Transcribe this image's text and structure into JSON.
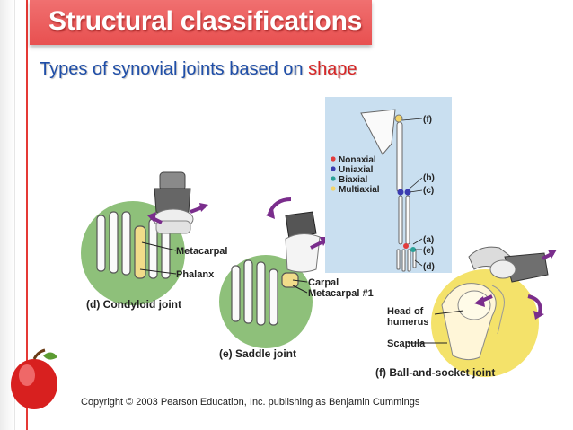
{
  "slide": {
    "title": "Structural classifications",
    "subtitle_main": "Types of synovial joints based on ",
    "subtitle_emphasis": "shape",
    "copyright": "Copyright © 2003 Pearson Education, Inc. publishing as Benjamin Cummings"
  },
  "colors": {
    "banner": "#ec5b5b",
    "subtitle": "#1f4ea8",
    "emphasis": "#d62424",
    "green_circle": "#8ec07a",
    "yellow_circle": "#f4e26a",
    "inset_bg": "#c9dff0",
    "arrow": "#7a2d8c"
  },
  "figure": {
    "condyloid": {
      "metacarpal": "Metacarpal",
      "phalanx": "Phalanx",
      "caption": "(d) Condyloid joint"
    },
    "saddle": {
      "carpal": "Carpal",
      "metacarpal1": "Metacarpal #1",
      "caption": "(e) Saddle joint"
    },
    "ball": {
      "head": "Head of",
      "head2": "humerus",
      "scapula": "Scapula",
      "caption": "(f) Ball-and-socket joint"
    },
    "inset": {
      "legend": [
        {
          "label": "Nonaxial",
          "color": "#e23c3c"
        },
        {
          "label": "Uniaxial",
          "color": "#3b3bb0"
        },
        {
          "label": "Biaxial",
          "color": "#2aa198"
        },
        {
          "label": "Multiaxial",
          "color": "#f2d46a"
        }
      ],
      "markers": [
        "(f)",
        "(b)",
        "(c)",
        "(a)",
        "(e)",
        "(d)"
      ]
    }
  }
}
